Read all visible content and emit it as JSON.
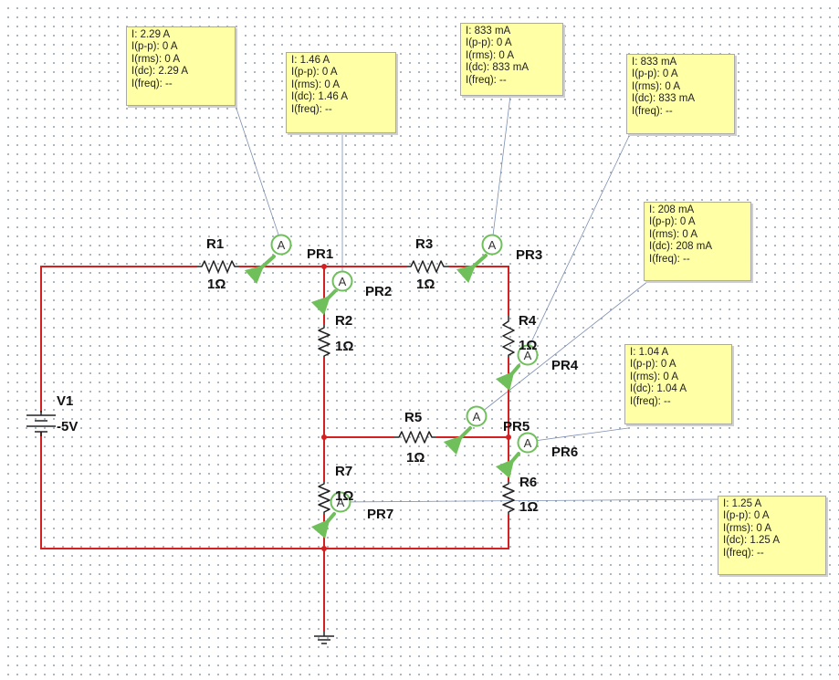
{
  "source": {
    "name": "V1",
    "voltage": "-5V"
  },
  "resistors": [
    {
      "id": "r1",
      "name": "R1",
      "value": "1Ω"
    },
    {
      "id": "r2",
      "name": "R2",
      "value": "1Ω"
    },
    {
      "id": "r3",
      "name": "R3",
      "value": "1Ω"
    },
    {
      "id": "r4",
      "name": "R4",
      "value": "1Ω"
    },
    {
      "id": "r5",
      "name": "R5",
      "value": "1Ω"
    },
    {
      "id": "r6",
      "name": "R6",
      "value": "1Ω"
    },
    {
      "id": "r7",
      "name": "R7",
      "value": "1Ω"
    }
  ],
  "probes": [
    {
      "id": "pr1",
      "name": "PR1",
      "glyph": "A"
    },
    {
      "id": "pr2",
      "name": "PR2",
      "glyph": "A"
    },
    {
      "id": "pr3",
      "name": "PR3",
      "glyph": "A"
    },
    {
      "id": "pr4",
      "name": "PR4",
      "glyph": "A"
    },
    {
      "id": "pr5",
      "name": "PR5",
      "glyph": "A"
    },
    {
      "id": "pr6",
      "name": "PR6",
      "glyph": "A"
    },
    {
      "id": "pr7",
      "name": "PR7",
      "glyph": "A"
    }
  ],
  "readouts": {
    "pr1": [
      "I: 2.29 A",
      "I(p-p): 0 A",
      "I(rms): 0 A",
      "I(dc): 2.29 A",
      "I(freq): --"
    ],
    "pr2": [
      "I: 1.46 A",
      "I(p-p): 0 A",
      "I(rms): 0 A",
      "I(dc): 1.46 A",
      "I(freq): --"
    ],
    "pr3": [
      "I: 833 mA",
      "I(p-p): 0 A",
      "I(rms): 0 A",
      "I(dc): 833 mA",
      "I(freq): --"
    ],
    "pr4": [
      "I: 833 mA",
      "I(p-p): 0 A",
      "I(rms): 0 A",
      "I(dc): 833 mA",
      "I(freq): --"
    ],
    "pr5": [
      "I: 208 mA",
      "I(p-p): 0 A",
      "I(rms): 0 A",
      "I(dc): 208 mA",
      "I(freq): --"
    ],
    "pr6": [
      "I: 1.04 A",
      "I(p-p): 0 A",
      "I(rms): 0 A",
      "I(dc): 1.04 A",
      "I(freq): --"
    ],
    "pr7": [
      "I: 1.25 A",
      "I(p-p): 0 A",
      "I(rms): 0 A",
      "I(dc): 1.25 A",
      "I(freq): --"
    ]
  },
  "colors": {
    "wire": "#d42020",
    "probe_arrow": "#6fbf5a",
    "probe_outline": "#333333",
    "tooltip_bg": "#ffffa6",
    "leader": "#7c8fb3"
  }
}
